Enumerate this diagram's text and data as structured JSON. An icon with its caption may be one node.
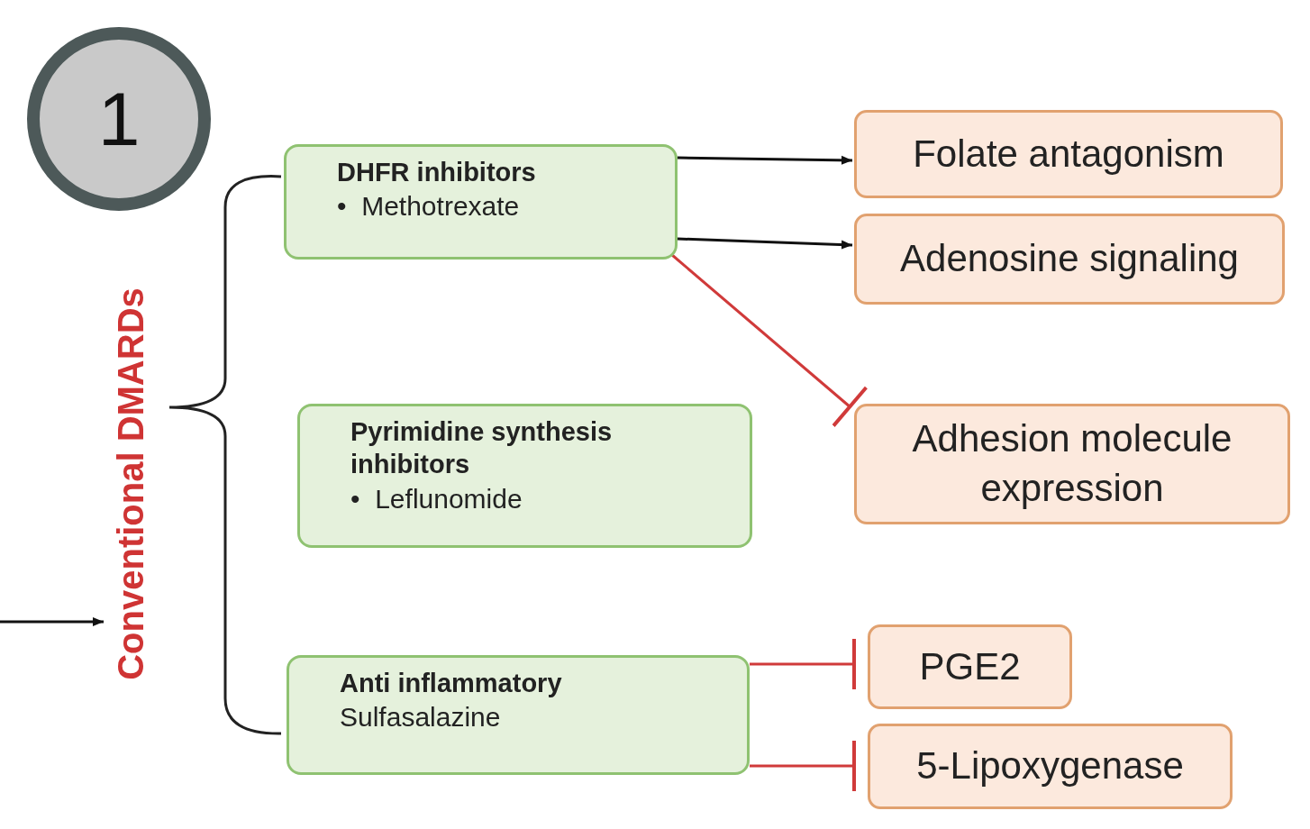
{
  "diagram": {
    "nodes": [
      {
        "text": [
          "1"
        ]
      },
      {
        "text": [
          "Conventional DMARDs"
        ]
      },
      {
        "text": [
          "DHFR inhibitors",
          "•  Methotrexate"
        ]
      },
      {
        "text": [
          "Pyrimidine synthesis inhibitors",
          "•  Leflunomide"
        ]
      },
      {
        "text": [
          "Anti inflammatory",
          "Sulfasalazine"
        ]
      },
      {
        "text": [
          "Folate antagonism"
        ]
      },
      {
        "text": [
          "Adenosine signaling"
        ]
      },
      {
        "text": [
          "Adhesion molecule expression"
        ]
      },
      {
        "text": [
          "PGE2"
        ]
      },
      {
        "text": [
          "5-Lipoxygenase"
        ]
      }
    ],
    "edges": [
      {
        "from": null,
        "to": 1,
        "arrow": "to"
      },
      {
        "from": 2,
        "to": 5,
        "arrow": "to"
      },
      {
        "from": 2,
        "to": 6,
        "arrow": "to"
      },
      {
        "from": 2,
        "to": 7,
        "arrow": "other",
        "color": "#d03a3a"
      },
      {
        "from": 4,
        "to": 8,
        "arrow": "other",
        "color": "#d03a3a"
      },
      {
        "from": 4,
        "to": 9,
        "arrow": "other",
        "color": "#d03a3a"
      }
    ]
  }
}
